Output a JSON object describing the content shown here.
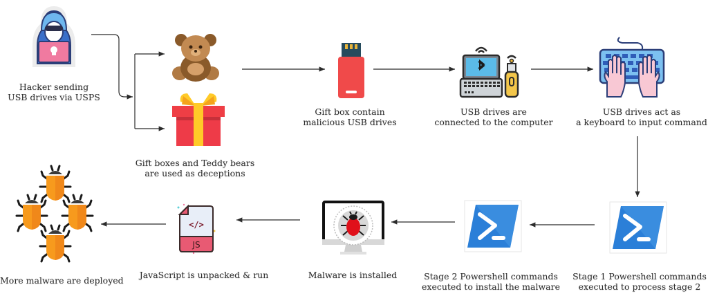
{
  "diagram": {
    "steps": [
      {
        "id": "hacker",
        "label_lines": [
          "Hacker sending",
          "USB drives via USPS"
        ],
        "icon": "hacker-icon"
      },
      {
        "id": "deceptions",
        "label_lines": [
          "Gift boxes and Teddy bears",
          "are used as deceptions"
        ],
        "icons": [
          "teddy-bear-icon",
          "gift-box-icon"
        ]
      },
      {
        "id": "usb",
        "label_lines": [
          "Gift box contain",
          "malicious USB drives"
        ],
        "icon": "usb-drive-icon"
      },
      {
        "id": "connected",
        "label_lines": [
          "USB drives are",
          "connected to the computer"
        ],
        "icon": "laptop-bluetooth-usb-icon"
      },
      {
        "id": "keyboard",
        "label_lines": [
          "USB drives act as",
          "a keyboard to input command"
        ],
        "icon": "keyboard-hands-icon"
      },
      {
        "id": "stage1",
        "label_lines": [
          "Stage 1 Powershell commands",
          "executed to process stage 2"
        ],
        "icon": "powershell-icon"
      },
      {
        "id": "stage2",
        "label_lines": [
          "Stage 2 Powershell commands",
          "executed to install the malware"
        ],
        "icon": "powershell-icon"
      },
      {
        "id": "installed",
        "label_lines": [
          "Malware is installed"
        ],
        "icon": "monitor-bug-icon"
      },
      {
        "id": "javascript",
        "label_lines": [
          "JavaScript is unpacked & run"
        ],
        "icon": "js-file-icon",
        "icon_text": "JS",
        "icon_code": "</>"
      },
      {
        "id": "deployed",
        "label_lines": [
          "More malware are deployed"
        ],
        "icon": "bugs-swarm-icon"
      }
    ],
    "colors": {
      "arrow": "#2b2b2b",
      "text": "#2a2a2a",
      "powershell_blue": "#2b7fd8",
      "usb_red": "#f04a4a",
      "bug_orange": "#f79a1d",
      "bug_red": "#e0101a",
      "js_pink": "#e85a73",
      "hood_blue": "#5aa8e8",
      "keyboard_blue": "#7cc0f0"
    }
  }
}
